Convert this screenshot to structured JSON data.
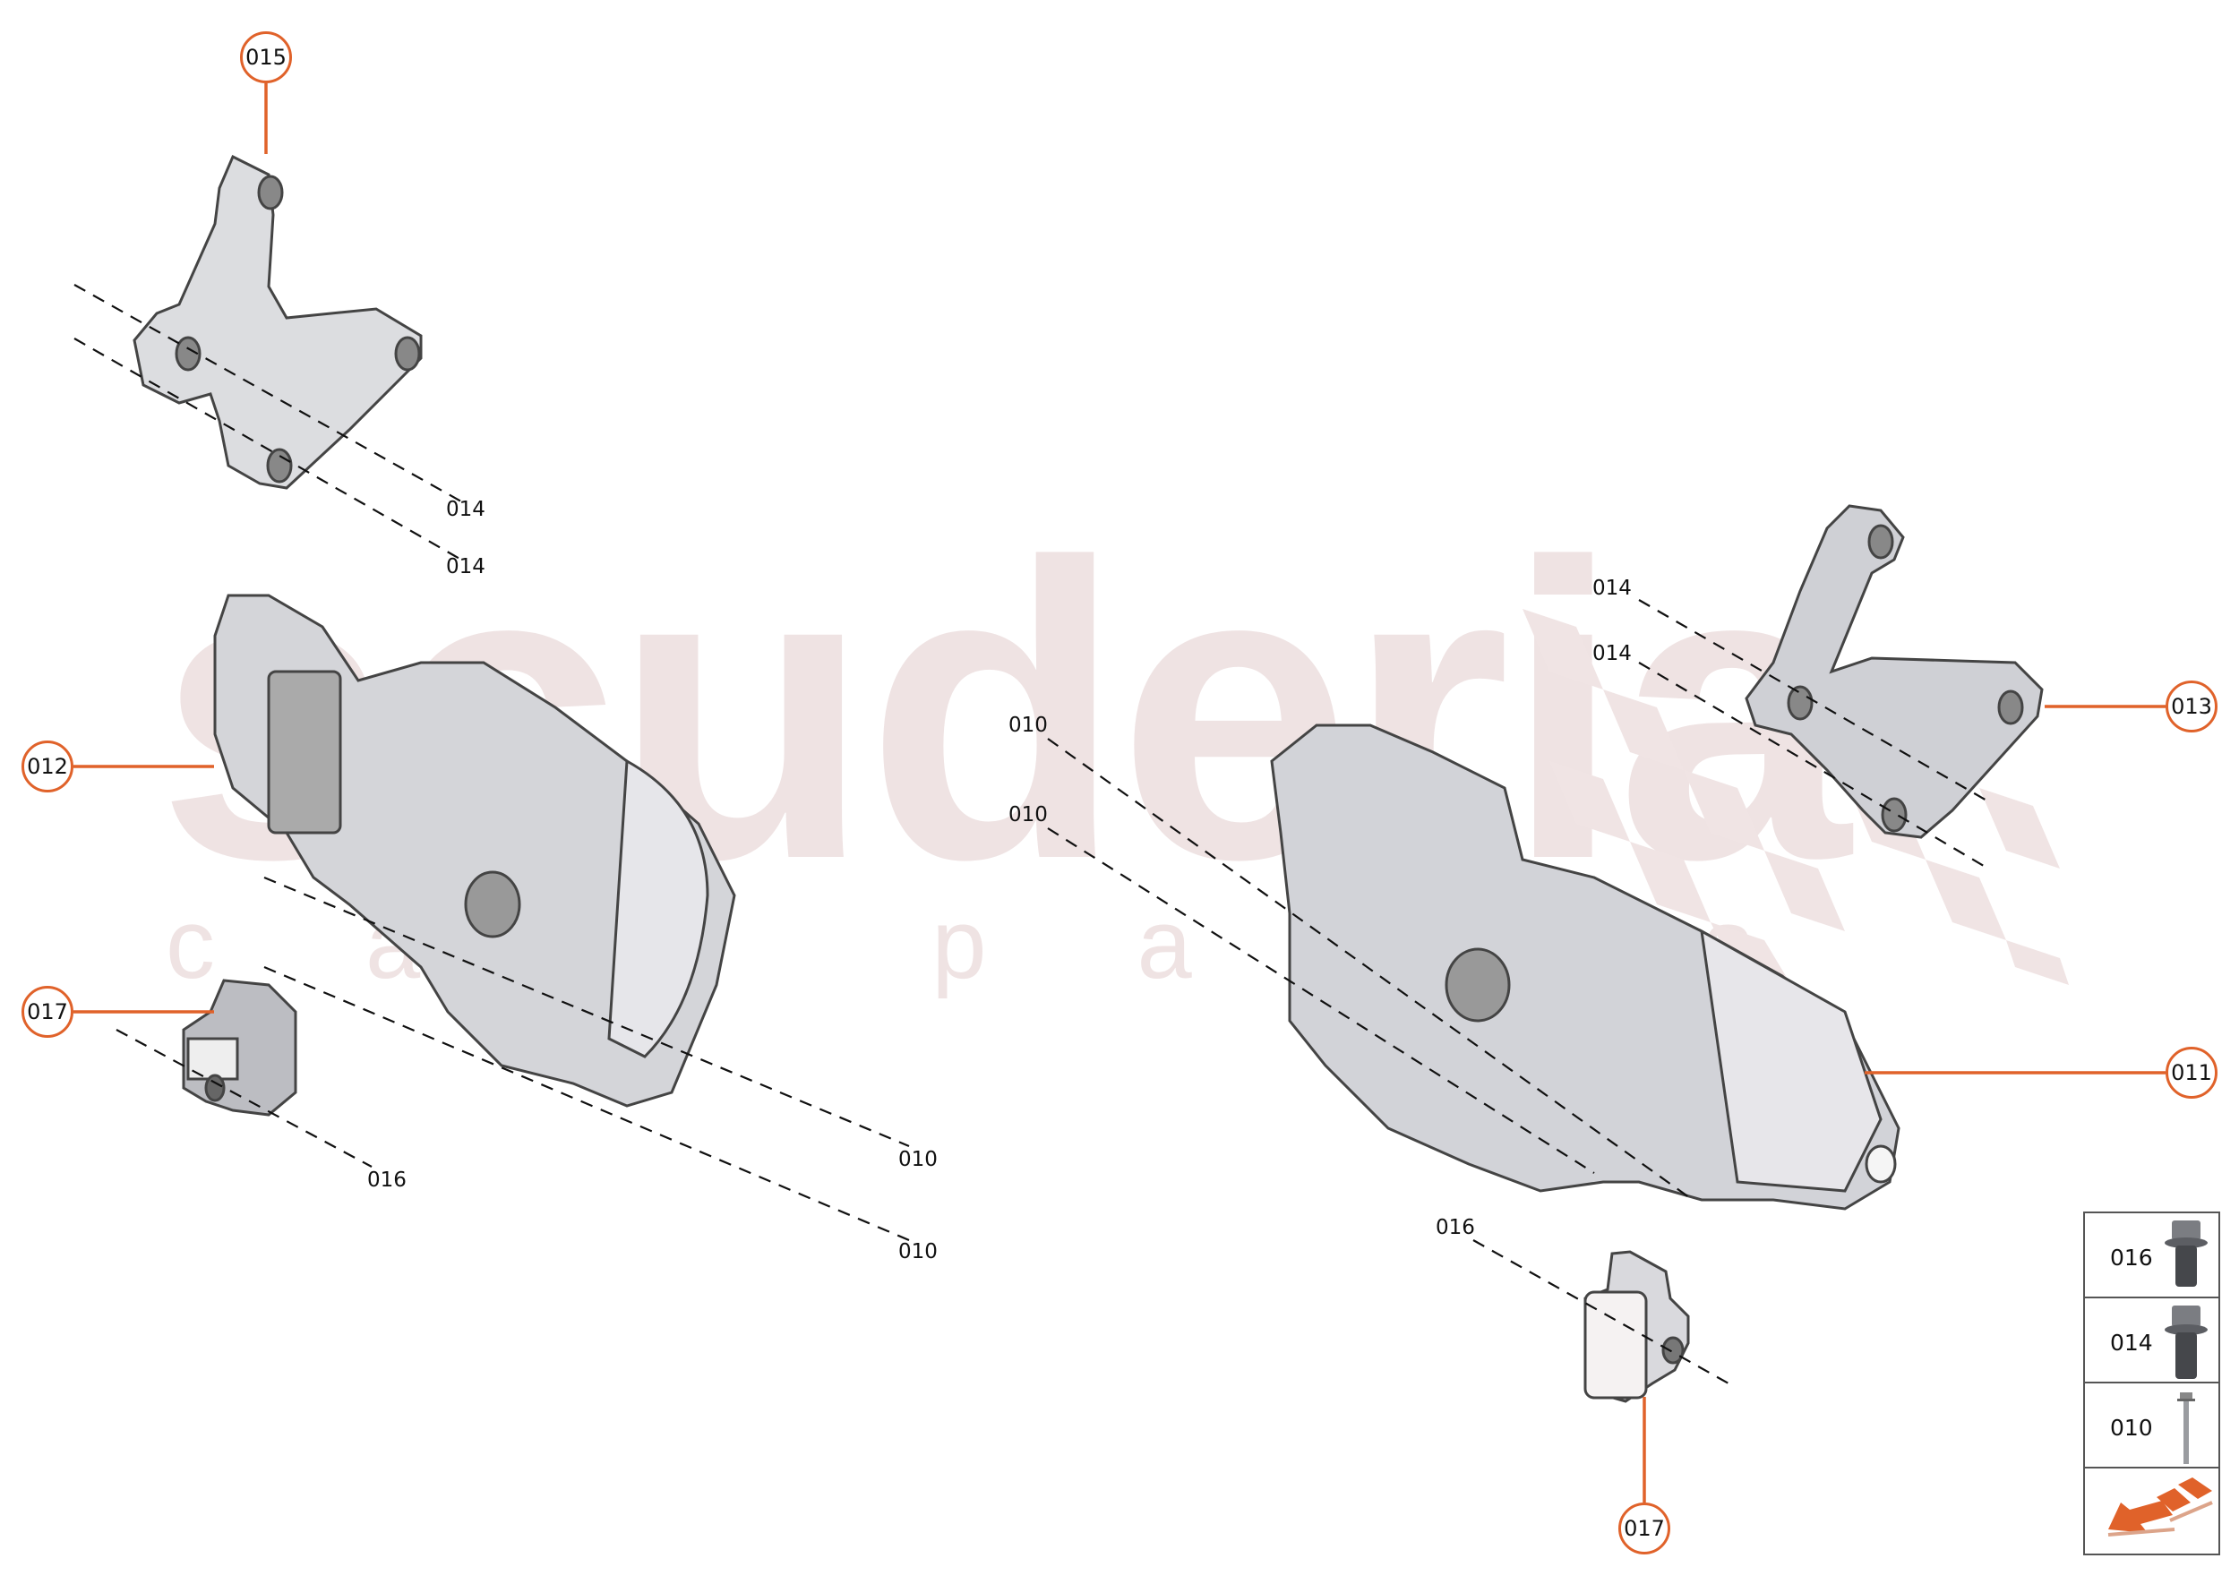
{
  "watermark": {
    "main": "scuderia",
    "sub": "car parts"
  },
  "callouts": [
    {
      "id": "015",
      "label": "015"
    },
    {
      "id": "012",
      "label": "012"
    },
    {
      "id": "017a",
      "label": "017"
    },
    {
      "id": "013",
      "label": "013"
    },
    {
      "id": "011",
      "label": "011"
    },
    {
      "id": "017b",
      "label": "017"
    }
  ],
  "part_labels": {
    "l014a": "014",
    "l014b": "014",
    "l016a": "016",
    "l010a": "010",
    "l010b": "010",
    "l010c": "010",
    "l010d": "010",
    "l014c": "014",
    "l014d": "014",
    "l016b": "016"
  },
  "legend": {
    "rows": [
      {
        "label": "016",
        "icon": "flange-bolt-short-icon"
      },
      {
        "label": "014",
        "icon": "flange-bolt-long-icon"
      },
      {
        "label": "010",
        "icon": "long-bolt-icon"
      }
    ],
    "footer_icon": "direction-arrow-icon"
  },
  "colors": {
    "accent": "#e0622a",
    "watermark": "#efe3e3",
    "line": "#111111"
  }
}
